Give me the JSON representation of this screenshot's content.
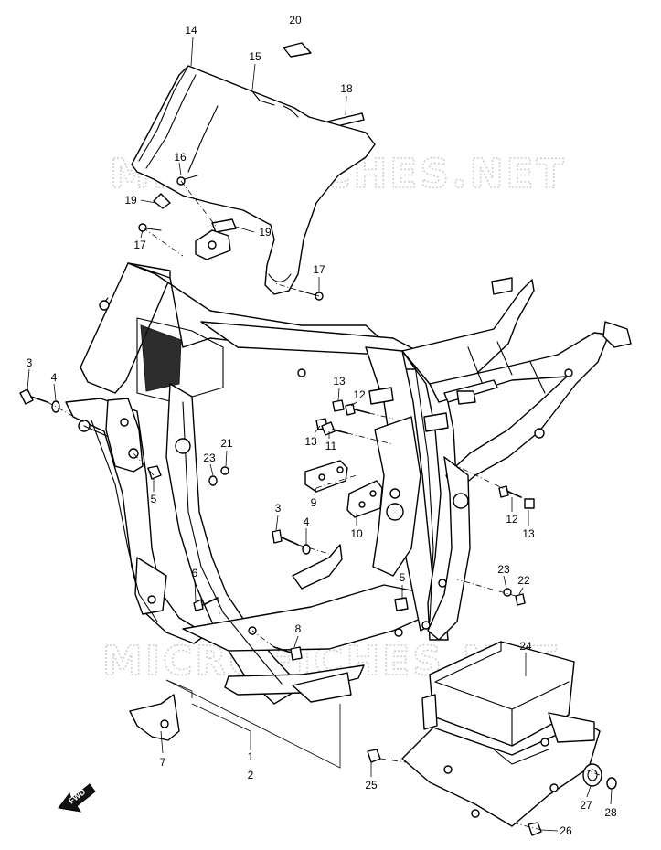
{
  "watermark": "MICROFICHES.NET",
  "fwd_label": "FWD",
  "callouts": [
    {
      "id": "c20a",
      "label": "20"
    },
    {
      "id": "c14",
      "label": "14"
    },
    {
      "id": "c15",
      "label": "15"
    },
    {
      "id": "c18",
      "label": "18"
    },
    {
      "id": "c16",
      "label": "16"
    },
    {
      "id": "c19a",
      "label": "19"
    },
    {
      "id": "c19b",
      "label": "19"
    },
    {
      "id": "c17a",
      "label": "17"
    },
    {
      "id": "c17b",
      "label": "17"
    },
    {
      "id": "c3a",
      "label": "3"
    },
    {
      "id": "c4a",
      "label": "4"
    },
    {
      "id": "c13a",
      "label": "13"
    },
    {
      "id": "c12a",
      "label": "12"
    },
    {
      "id": "c13b",
      "label": "13"
    },
    {
      "id": "c11",
      "label": "11"
    },
    {
      "id": "c21",
      "label": "21"
    },
    {
      "id": "c23a",
      "label": "23"
    },
    {
      "id": "c5a",
      "label": "5"
    },
    {
      "id": "c9",
      "label": "9"
    },
    {
      "id": "c10",
      "label": "10"
    },
    {
      "id": "c12b",
      "label": "12"
    },
    {
      "id": "c13c",
      "label": "13"
    },
    {
      "id": "c3b",
      "label": "3"
    },
    {
      "id": "c4b",
      "label": "4"
    },
    {
      "id": "c23b",
      "label": "23"
    },
    {
      "id": "c22",
      "label": "22"
    },
    {
      "id": "c6",
      "label": "6"
    },
    {
      "id": "c5b",
      "label": "5"
    },
    {
      "id": "c8",
      "label": "8"
    },
    {
      "id": "c24",
      "label": "24"
    },
    {
      "id": "c7",
      "label": "7"
    },
    {
      "id": "c1",
      "label": "1"
    },
    {
      "id": "c2",
      "label": "2"
    },
    {
      "id": "c25",
      "label": "25"
    },
    {
      "id": "c27",
      "label": "27"
    },
    {
      "id": "c28",
      "label": "28"
    },
    {
      "id": "c26",
      "label": "26"
    }
  ]
}
